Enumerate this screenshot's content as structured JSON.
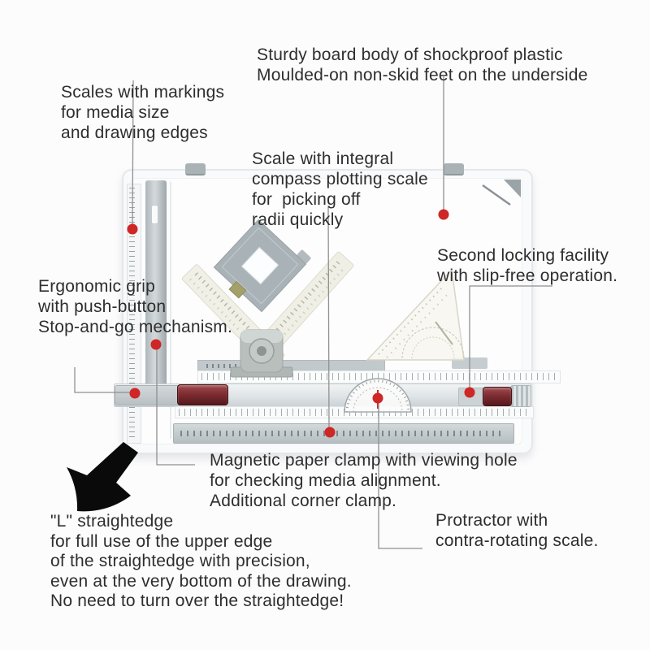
{
  "annotations": {
    "sturdy_board": "Sturdy board body of shockproof plastic\nMoulded-on non-skid feet on the underside",
    "scales_markings": "Scales with markings\nfor media size\nand drawing edges",
    "compass_scale": "Scale with integral\ncompass plotting scale\nfor  picking off\nradii quickly",
    "second_locking": "Second locking facility\nwith slip-free operation.",
    "ergonomic_grip": "Ergonomic grip\nwith push-button\nStop-and-go mechanism.",
    "magnetic_clamp": "Magnetic paper clamp with viewing hole\nfor checking media alignment.\nAdditional corner clamp.",
    "l_straightedge": "\"L\" straightedge\nfor full use of the upper edge\nof the straightedge with precision,\neven at the very bottom of the drawing.\nNo need to turn over the straightedge!",
    "protractor": "Protractor with\ncontra-rotating scale."
  },
  "colors": {
    "text": "#2e2e2e",
    "line": "#909090",
    "marker": "#cf2626",
    "slider_red": "#7e2d32",
    "rail_gray": "#c6cdd0"
  }
}
